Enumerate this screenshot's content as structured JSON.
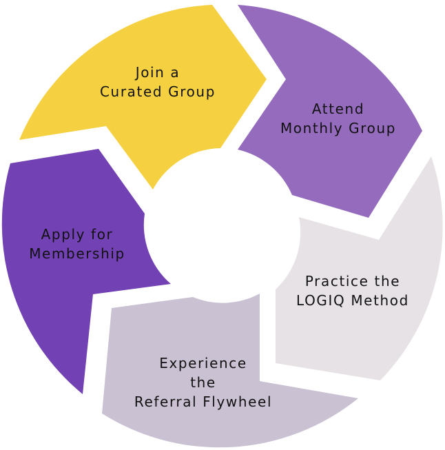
{
  "diagram": {
    "type": "cycle",
    "steps": [
      {
        "id": "join",
        "lines": [
          "Join a",
          "Curated Group"
        ],
        "color": "#F5D041"
      },
      {
        "id": "attend",
        "lines": [
          "Attend",
          "Monthly Group"
        ],
        "color": "#956BBD"
      },
      {
        "id": "practice",
        "lines": [
          "Practice the",
          "LOGIQ Method"
        ],
        "color": "#E6E2E6"
      },
      {
        "id": "experience",
        "lines": [
          "Experience",
          "the",
          "Referral Flywheel"
        ],
        "color": "#CAC1D3"
      },
      {
        "id": "apply",
        "lines": [
          "Apply for",
          "Membership"
        ],
        "color": "#7241B4"
      }
    ]
  }
}
